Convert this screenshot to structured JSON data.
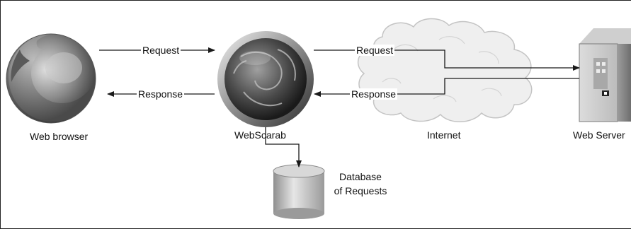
{
  "nodes": {
    "browser": "Web browser",
    "webscarab": "WebScarab",
    "internet": "Internet",
    "server": "Web Server",
    "database_line1": "Database",
    "database_line2": "of Requests"
  },
  "edges": {
    "browser_to_proxy": "Request",
    "proxy_to_browser": "Response",
    "proxy_to_server": "Request",
    "server_to_proxy": "Response"
  },
  "colors": {
    "line": "#1a1a1a",
    "cloud_fill": "#ececec",
    "cloud_stroke": "#bdbdbd"
  },
  "icons": {
    "browser": "firefox-logo",
    "webscarab": "webscarab-globe",
    "server": "server-tower",
    "database": "database-cylinder",
    "internet": "cloud"
  }
}
